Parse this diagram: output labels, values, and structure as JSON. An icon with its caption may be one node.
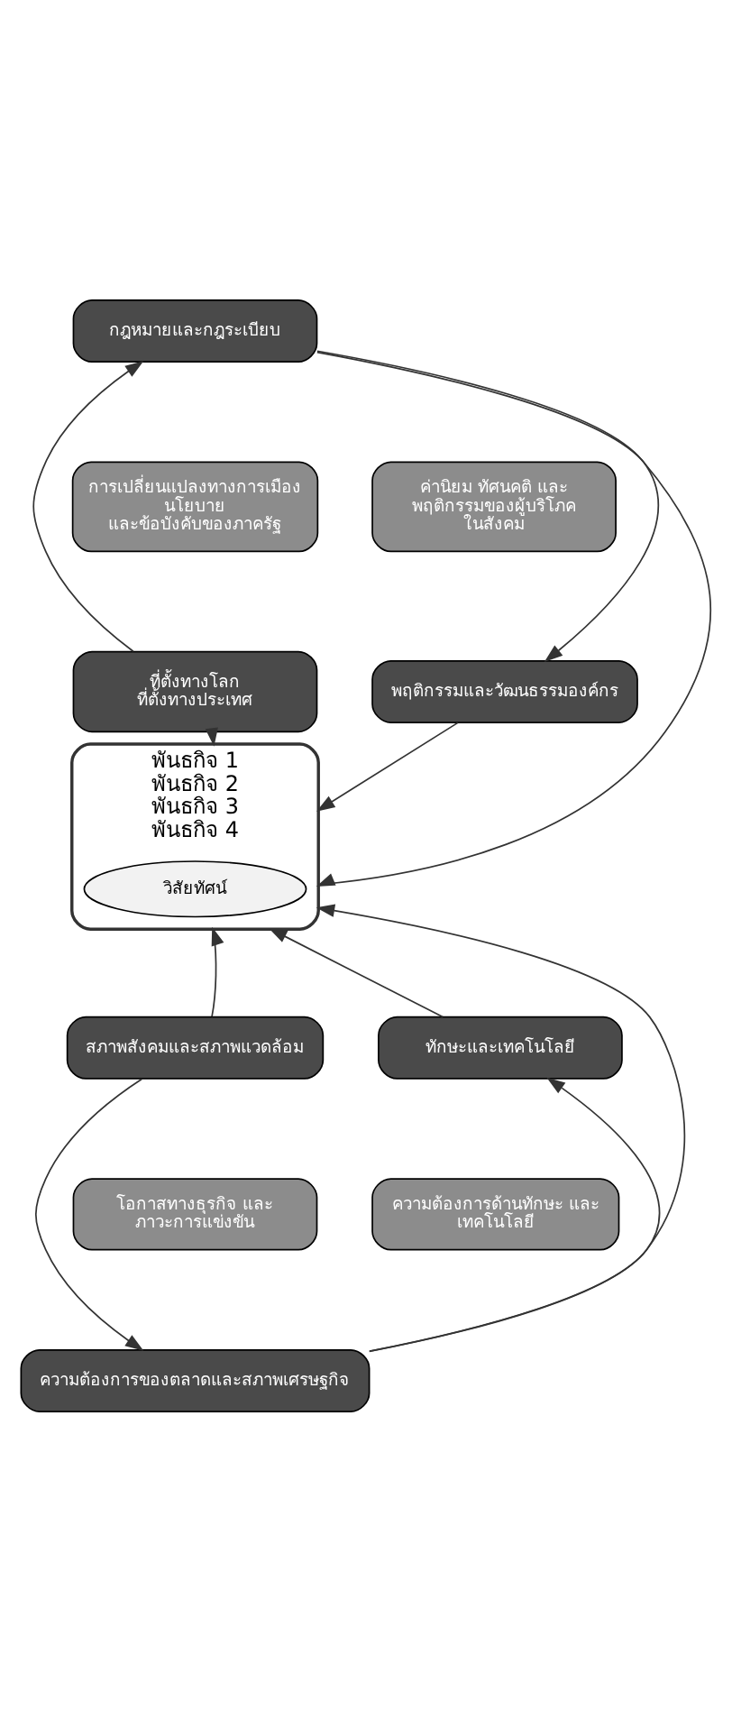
{
  "diagram": {
    "nodes": [
      {
        "text": [
          "สภาพสังคมและสภาพแวดล้อม"
        ]
      },
      {
        "text": [
          "ที่ตั้งทางโลก ที่ตั้งทางประเทศ"
        ]
      },
      {
        "text": [
          "ความต้องการของตลาดและสภาพเศรษฐกิจ"
        ]
      },
      {
        "text": [
          "โอกาสทางธุรกิจ และ ภาวะการแข่งขัน"
        ]
      },
      {
        "text": [
          "การเปลี่ยนแปลงทางการเมือง นโยบาย และข้อบังคับของภาครัฐ"
        ]
      },
      {
        "text": [
          "พันธกิจ 1",
          "พันธกิจ 2",
          "พันธกิจ 3",
          "พันธกิจ 4"
        ]
      },
      {
        "text": [
          "วิสัยทัศน์"
        ],
        "in": 5
      },
      {
        "text": [
          "กฎหมายและกฎระเบียบ"
        ]
      },
      {
        "text": [
          "ความต้องการด้านทักษะ และ เทคโนโลยี"
        ]
      },
      {
        "text": [
          "ค่านิยม ทัศนคติ และ พฤติกรรมของผู้บริโภค ในสังคม"
        ]
      },
      {
        "text": [
          "ทักษะและเทคโนโลยี"
        ]
      },
      {
        "text": [
          "พฤติกรรมและวัฒนธรรมองค์กร"
        ]
      }
    ],
    "edges": [
      {
        "from": 0,
        "to": 2,
        "arrow": "to"
      },
      {
        "from": 1,
        "to": 7,
        "arrow": "to"
      },
      {
        "from": 7,
        "to": 11,
        "arrow": "to"
      },
      {
        "from": 2,
        "to": 10,
        "arrow": "to"
      },
      {
        "from": 0,
        "to": 5,
        "arrow": "to"
      },
      {
        "from": 1,
        "to": 5,
        "arrow": "to"
      },
      {
        "from": 2,
        "to": 5,
        "arrow": "to"
      },
      {
        "from": 7,
        "to": 5,
        "arrow": "to"
      },
      {
        "from": 10,
        "to": 5,
        "arrow": "to"
      },
      {
        "from": 11,
        "to": 5,
        "arrow": "to"
      }
    ]
  }
}
